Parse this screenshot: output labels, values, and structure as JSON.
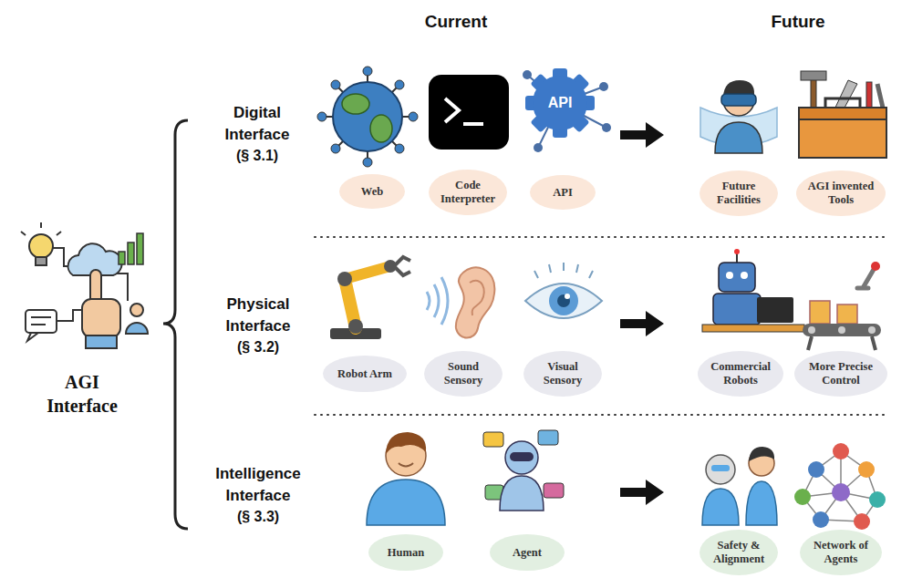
{
  "diagram": {
    "nodes": [
      {
        "text": [
          "Web"
        ]
      },
      {
        "text": [
          "Code Interpreter"
        ]
      },
      {
        "text": [
          "API"
        ]
      },
      {
        "text": [
          "Future Facilities"
        ]
      },
      {
        "text": [
          "AGI invented Tools"
        ]
      },
      {
        "text": [
          "Robot Arm"
        ]
      },
      {
        "text": [
          "Sound Sensory"
        ]
      },
      {
        "text": [
          "Visual Sensory"
        ]
      },
      {
        "text": [
          "Commercial Robots"
        ]
      },
      {
        "text": [
          "More Precise Control"
        ]
      },
      {
        "text": [
          "Human"
        ]
      },
      {
        "text": [
          "Agent"
        ]
      },
      {
        "text": [
          "Safety & Alignment"
        ]
      },
      {
        "text": [
          "Network of Agents"
        ]
      }
    ],
    "labels": [
      "Current",
      "Future",
      "Digital Interface",
      "(§ 3.1)",
      "API",
      "Physical Interface",
      "(§ 3.2)",
      "Intelligence Interface",
      "(§ 3.3)",
      "AGI Interface"
    ]
  }
}
